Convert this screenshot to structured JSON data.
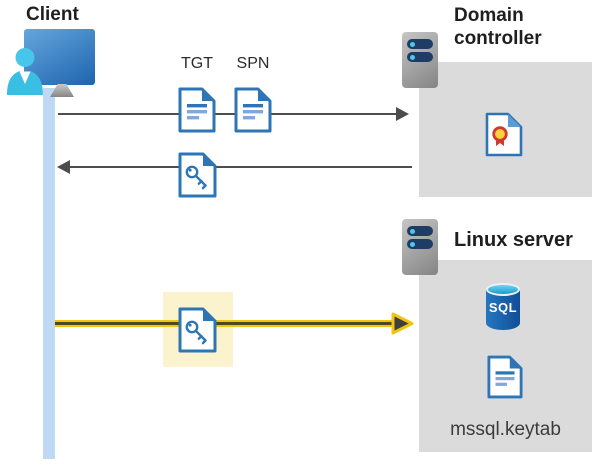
{
  "client": {
    "label": "Client"
  },
  "messages": {
    "tgt": "TGT",
    "spn": "SPN"
  },
  "domain_controller": {
    "label": "Domain controller"
  },
  "linux_server": {
    "label": "Linux server",
    "sql_badge": "SQL",
    "keytab_file": "mssql.keytab"
  },
  "colors": {
    "document_blue": "#2E75B6",
    "container_gray": "#DBDBDB",
    "lifeline_blue": "#BFD9F5",
    "arrow_gray": "#4D4D4D",
    "kerberos_arrow_yellow": "#F1C40F",
    "kerberos_highlight": "#FBF2CE"
  }
}
